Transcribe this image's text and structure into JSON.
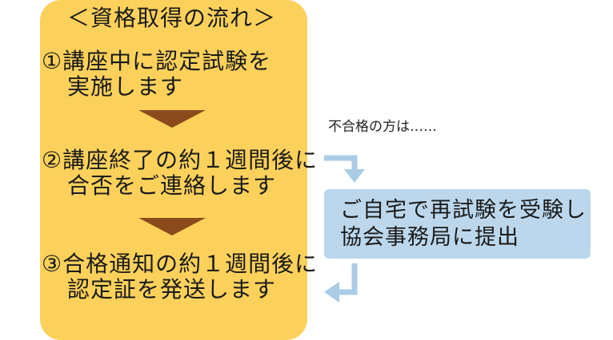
{
  "flow": {
    "title": "＜資格取得の流れ＞",
    "steps": [
      {
        "line1": "①講座中に認定試験を",
        "line2": "実施します"
      },
      {
        "line1": "②講座終了の約１週間後に",
        "line2": "合否をご連絡します"
      },
      {
        "line1": "③合格通知の約１週間後に",
        "line2": "認定証を発送します"
      }
    ]
  },
  "branch": {
    "note": "不合格の方は……",
    "line1": "ご自宅で再試験を受験し",
    "line2": "協会事務局に提出"
  },
  "colors": {
    "panel": "#fbd15b",
    "arrow": "#8a4a1c",
    "retry_box": "#bcd7ec",
    "connector": "#a9cbe6"
  }
}
